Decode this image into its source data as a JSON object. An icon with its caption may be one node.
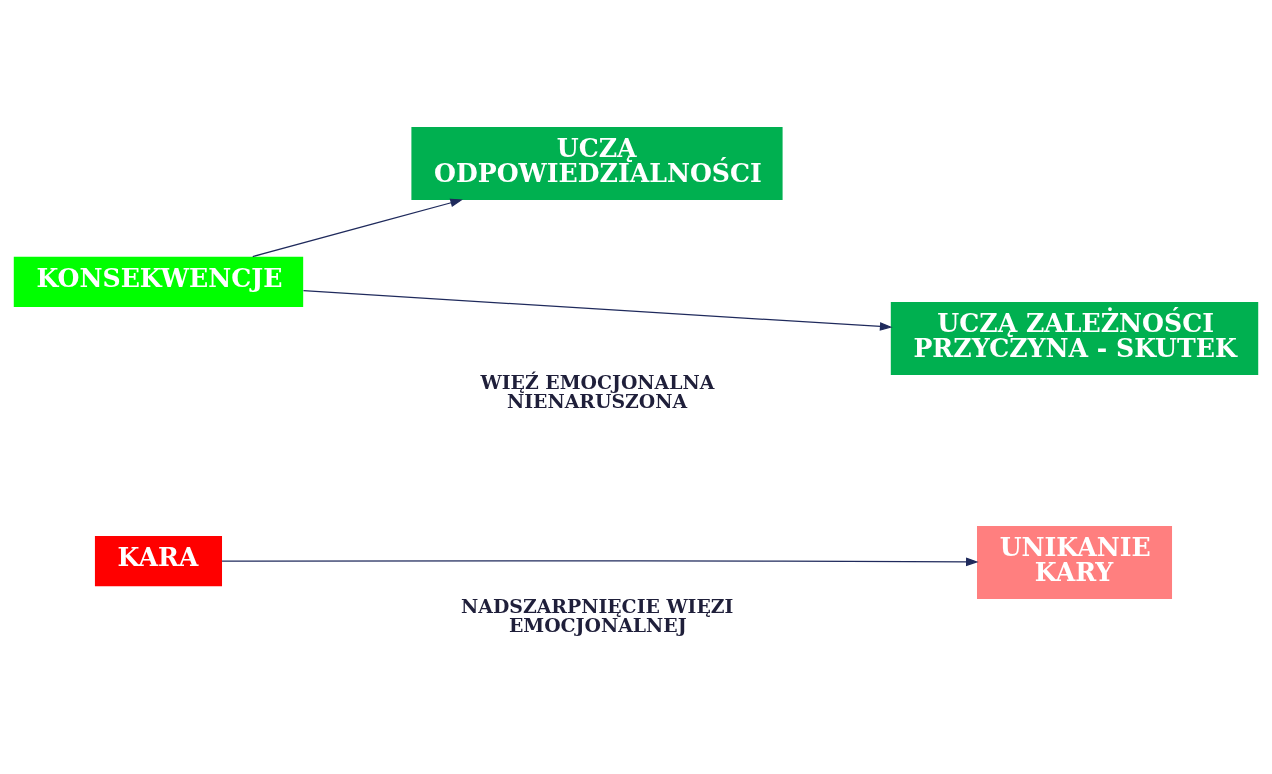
{
  "diagram": {
    "nodes": [
      {
        "text": [
          "KARA"
        ]
      },
      {
        "text": [
          "UNIKANIE KARY"
        ]
      },
      {
        "text": [
          "KONSEKWENCJE"
        ]
      },
      {
        "text": [
          "UCZĄ ODPOWIEDZIALNOŚCI"
        ]
      },
      {
        "text": [
          "UCZĄ ZALEŻNOŚCI PRZYCZYNA - SKUTEK"
        ]
      }
    ],
    "edges": [
      {
        "from": 0,
        "to": 1,
        "arrow": "to"
      },
      {
        "from": 2,
        "to": 3,
        "arrow": "to"
      },
      {
        "from": 2,
        "to": 4,
        "arrow": "to"
      }
    ],
    "labels": [
      "NADSZARPNIĘCIE WIĘZI EMOCJONALNEJ",
      "WIĘŹ EMOCJONALNA NIENARUSZONA"
    ]
  }
}
